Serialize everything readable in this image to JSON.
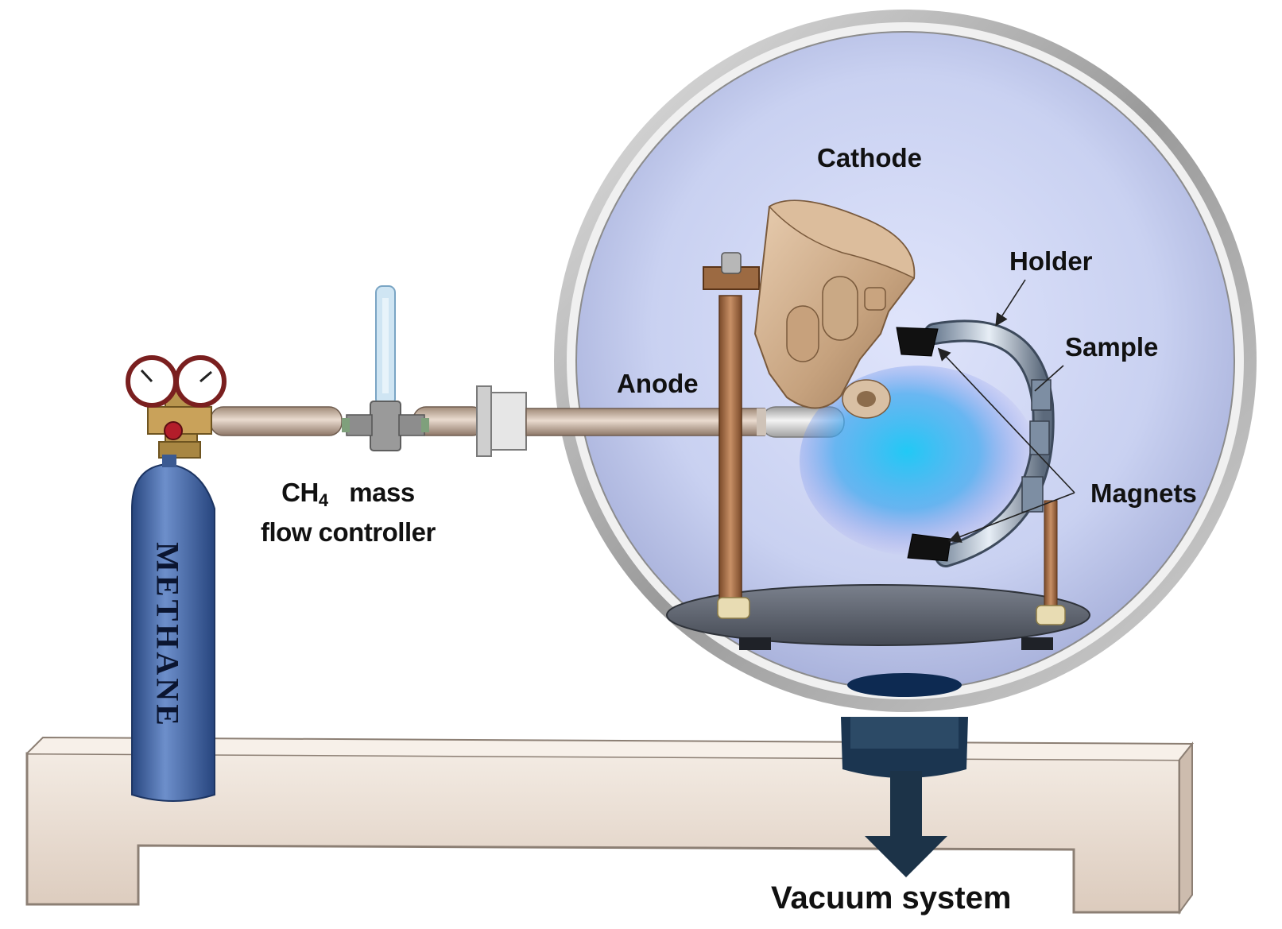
{
  "labels": {
    "cathode": "Cathode",
    "holder": "Holder",
    "sample": "Sample",
    "anode": "Anode",
    "magnets": "Magnets",
    "mfc_gas_main": "CH",
    "mfc_gas_sub": "4",
    "mfc_word": "mass",
    "mfc_line2": "flow controller",
    "cylinder": "METHANE",
    "vacuum": "Vacuum system"
  },
  "colors": {
    "chamber_fill": "#ccd3f2",
    "chamber_rim": "#a9a9a9",
    "cylinder": "#4a6ca8",
    "plasma": "#22c4f0",
    "copper": "#b07a55",
    "base_plate": "#5e6470",
    "frame": "#e9ddd2",
    "vacuum_dark": "#0f2438"
  }
}
